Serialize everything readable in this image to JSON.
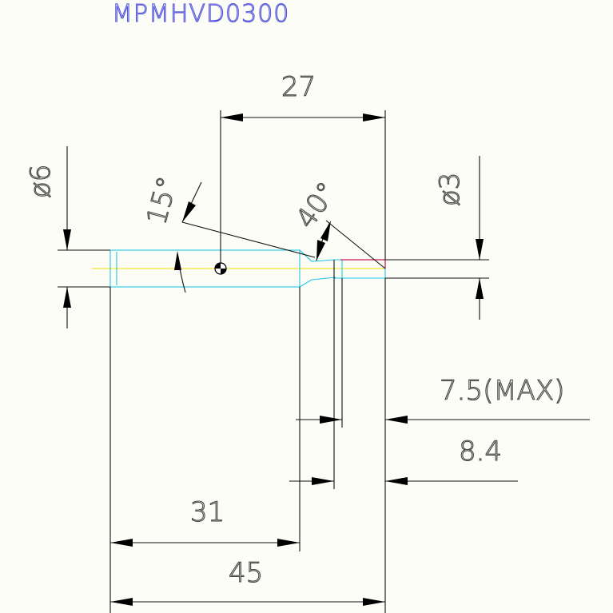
{
  "drawing": {
    "title": "MPMHVD0300",
    "dimensions": {
      "top_length": "27",
      "diameter_left": "ø6",
      "diameter_right": "ø3",
      "angle_small": "15°",
      "angle_tip": "40°",
      "max_length": "7.5(MAX)",
      "length_84": "8.4",
      "length_31": "31",
      "length_45": "45"
    },
    "colors": {
      "outline": "#000000",
      "part": "#22c6e6",
      "tip": "#c2185b",
      "centerline": "#f2e000",
      "title": "#5555dd"
    }
  }
}
